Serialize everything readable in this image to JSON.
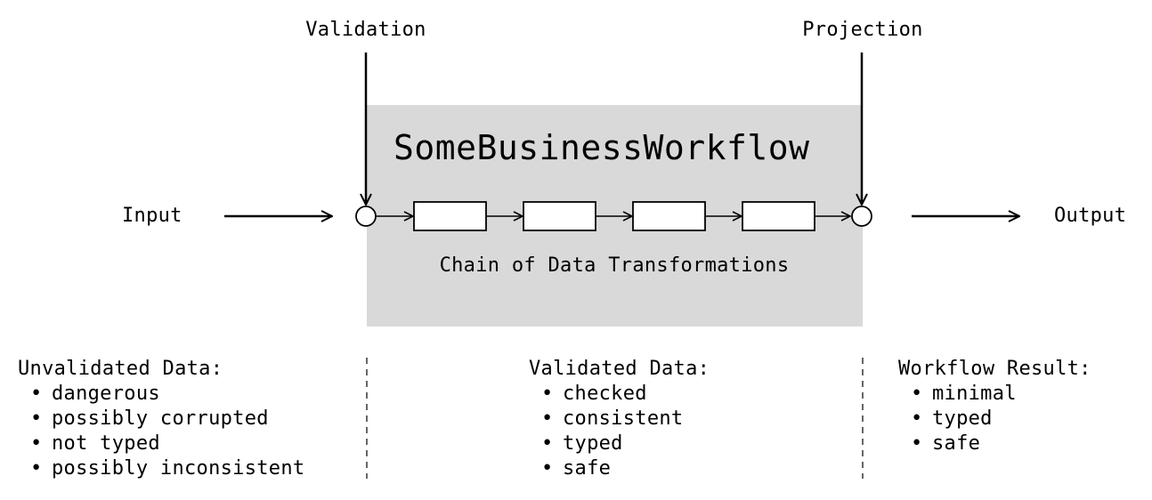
{
  "labels": {
    "validation": "Validation",
    "projection": "Projection",
    "input": "Input",
    "output": "Output",
    "workflow_title": "SomeBusinessWorkflow",
    "chain": "Chain of Data Transformations"
  },
  "columns": [
    {
      "title": "Unvalidated Data:",
      "items": [
        "dangerous",
        "possibly corrupted",
        "not typed",
        "possibly inconsistent"
      ]
    },
    {
      "title": "Validated Data:",
      "items": [
        "checked",
        "consistent",
        "typed",
        "safe"
      ]
    },
    {
      "title": "Workflow Result:",
      "items": [
        "minimal",
        "typed",
        "safe"
      ]
    }
  ],
  "colors": {
    "workflow_box": "#d9d9d9",
    "line": "#000000",
    "background": "#ffffff"
  },
  "transformation_count": 4
}
